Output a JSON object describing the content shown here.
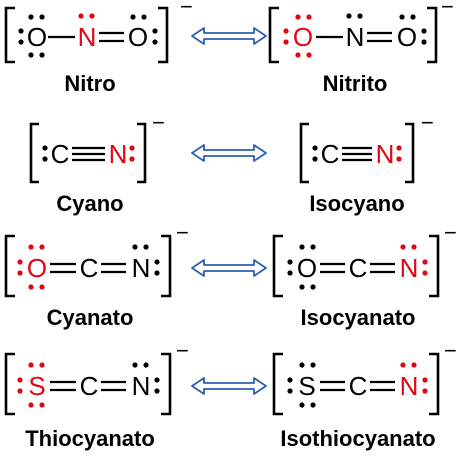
{
  "colors": {
    "ink": "#000000",
    "highlight": "#e30613",
    "arrow": "#2e5fb0"
  },
  "pairs": [
    {
      "left": {
        "caption": "Nitro",
        "charge": "−",
        "atoms": [
          "O",
          "N",
          "O"
        ]
      },
      "right": {
        "caption": "Nitrito",
        "charge": "−",
        "atoms": [
          "O",
          "N",
          "O"
        ]
      }
    },
    {
      "left": {
        "caption": "Cyano",
        "charge": "−",
        "atoms": [
          "C",
          "N"
        ]
      },
      "right": {
        "caption": "Isocyano",
        "charge": "−",
        "atoms": [
          "C",
          "N"
        ]
      }
    },
    {
      "left": {
        "caption": "Cyanato",
        "charge": "−",
        "atoms": [
          "O",
          "C",
          "N"
        ]
      },
      "right": {
        "caption": "Isocyanato",
        "charge": "−",
        "atoms": [
          "O",
          "C",
          "N"
        ]
      }
    },
    {
      "left": {
        "caption": "Thiocyanato",
        "charge": "−",
        "atoms": [
          "S",
          "C",
          "N"
        ]
      },
      "right": {
        "caption": "Isothiocyanato",
        "charge": "−",
        "atoms": [
          "S",
          "C",
          "N"
        ]
      }
    }
  ]
}
